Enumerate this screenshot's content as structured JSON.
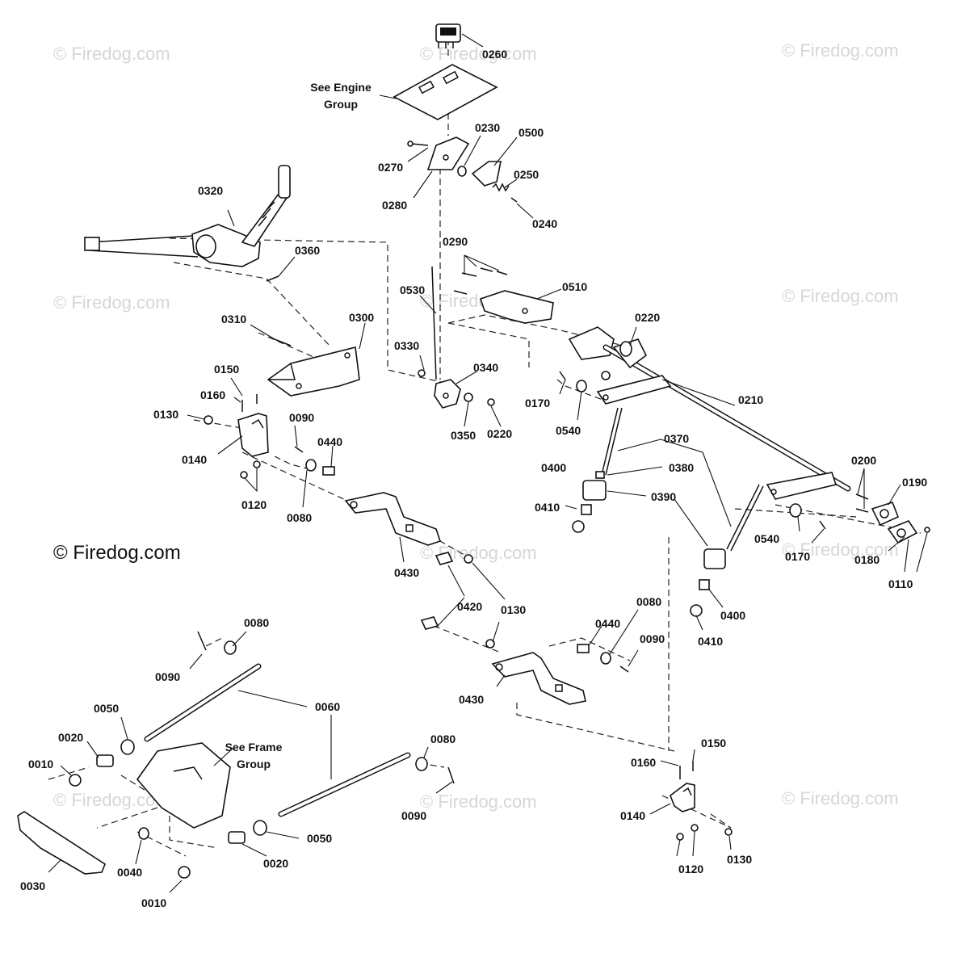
{
  "watermark": "© Firedog.com",
  "watermark_main": "© Firedog.com",
  "notes": {
    "engine": [
      "See Engine",
      "Group"
    ],
    "frame": [
      "See Frame",
      "Group"
    ]
  },
  "labels": {
    "p0260": "0260",
    "p0270": "0270",
    "p0230": "0230",
    "p0500": "0500",
    "p0250": "0250",
    "p0280": "0280",
    "p0240": "0240",
    "p0320": "0320",
    "p0360": "0360",
    "p0290": "0290",
    "p0530": "0530",
    "p0510": "0510",
    "p0310": "0310",
    "p0300": "0300",
    "p0220a": "0220",
    "p0330": "0330",
    "p0340": "0340",
    "p0150a": "0150",
    "p0160a": "0160",
    "p0130a": "0130",
    "p0090a": "0090",
    "p0440a": "0440",
    "p0140a": "0140",
    "p0120a": "0120",
    "p0080a": "0080",
    "p0350": "0350",
    "p0220b": "0220",
    "p0170a": "0170",
    "p0540a": "0540",
    "p0210": "0210",
    "p0370": "0370",
    "p0400a": "0400",
    "p0380": "0380",
    "p0390": "0390",
    "p0410a": "0410",
    "p0200": "0200",
    "p0190": "0190",
    "p0540b": "0540",
    "p0170b": "0170",
    "p0180": "0180",
    "p0110": "0110",
    "p0430a": "0430",
    "p0420": "0420",
    "p0130b": "0130",
    "p0400b": "0400",
    "p0410b": "0410",
    "p0080b": "0080",
    "p0440b": "0440",
    "p0090b": "0090",
    "p0430b": "0430",
    "p0080c": "0080",
    "p0090c": "0090",
    "p0060": "0060",
    "p0050a": "0050",
    "p0020a": "0020",
    "p0010a": "0010",
    "p0030": "0030",
    "p0040": "0040",
    "p0010b": "0010",
    "p0050b": "0050",
    "p0020b": "0020",
    "p0080d": "0080",
    "p0090d": "0090",
    "p0150b": "0150",
    "p0160b": "0160",
    "p0140b": "0140",
    "p0120b": "0120",
    "p0130c": "0130"
  }
}
